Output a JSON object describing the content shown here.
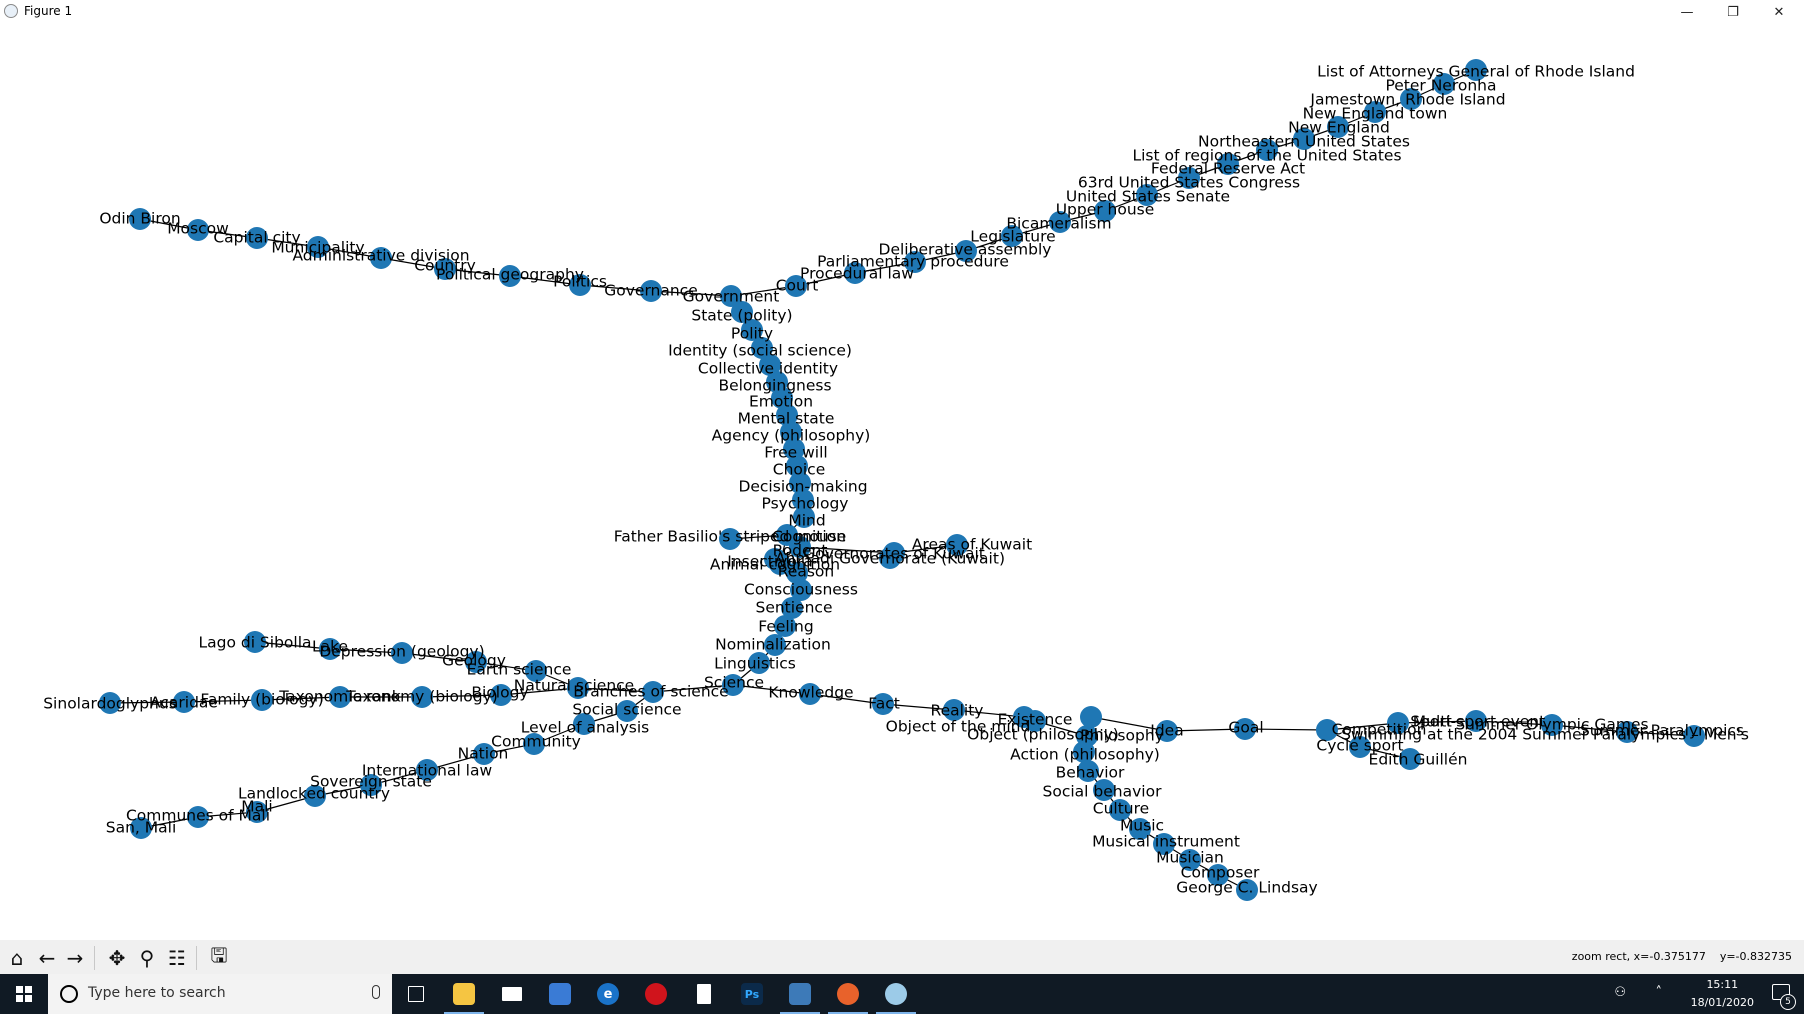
{
  "window": {
    "title": "Figure 1",
    "minimize": "—",
    "maximize": "❐",
    "close": "✕"
  },
  "graph": {
    "node_color": "#1f77b4",
    "nodes": [
      {
        "id": 0,
        "label": "Odin Biron"
      },
      {
        "id": 1,
        "label": "Moscow"
      },
      {
        "id": 2,
        "label": "Capital city"
      },
      {
        "id": 3,
        "label": "Municipality"
      },
      {
        "id": 4,
        "label": "Administrative division"
      },
      {
        "id": 5,
        "label": "Country"
      },
      {
        "id": 6,
        "label": "Political geography"
      },
      {
        "id": 7,
        "label": "Politics"
      },
      {
        "id": 8,
        "label": "Governance"
      },
      {
        "id": 9,
        "label": "Government"
      },
      {
        "id": 10,
        "label": "State (polity)"
      },
      {
        "id": 11,
        "label": "Polity"
      },
      {
        "id": 12,
        "label": "Identity (social science)"
      },
      {
        "id": 13,
        "label": "Collective identity"
      },
      {
        "id": 14,
        "label": "Belongingness"
      },
      {
        "id": 15,
        "label": "Emotion"
      },
      {
        "id": 16,
        "label": "Mental state"
      },
      {
        "id": 17,
        "label": "Agency (philosophy)"
      },
      {
        "id": 18,
        "label": "Free will"
      },
      {
        "id": 19,
        "label": "Choice"
      },
      {
        "id": 20,
        "label": "Decision-making"
      },
      {
        "id": 21,
        "label": "Psychology"
      },
      {
        "id": 22,
        "label": "Mind"
      },
      {
        "id": 23,
        "label": "Cognition"
      },
      {
        "id": 24,
        "label": "Father Basilio's striped mouse"
      },
      {
        "id": 25,
        "label": "Rodent"
      },
      {
        "id": 26,
        "label": "Governorates of Kuwait"
      },
      {
        "id": 27,
        "label": "Areas of Kuwait"
      },
      {
        "id": 28,
        "label": "Ahmadi Governorate (Kuwait)"
      },
      {
        "id": 29,
        "label": "Insectivora"
      },
      {
        "id": 30,
        "label": "Animal cognition"
      },
      {
        "id": 31,
        "label": "Reason"
      },
      {
        "id": 32,
        "label": "Consciousness"
      },
      {
        "id": 33,
        "label": "Sentience"
      },
      {
        "id": 34,
        "label": "Feeling"
      },
      {
        "id": 35,
        "label": "Nominalization"
      },
      {
        "id": 36,
        "label": "Linguistics"
      },
      {
        "id": 37,
        "label": "Science"
      },
      {
        "id": 38,
        "label": "Knowledge"
      },
      {
        "id": 39,
        "label": "Fact"
      },
      {
        "id": 40,
        "label": "Reality"
      },
      {
        "id": 41,
        "label": "Object of the mind"
      },
      {
        "id": 42,
        "label": "Existence"
      },
      {
        "id": 43,
        "label": "Object (philosophy)"
      },
      {
        "id": 44,
        "label": "Philosophy"
      },
      {
        "id": 45,
        "label": "Idea"
      },
      {
        "id": 46,
        "label": "Goal"
      },
      {
        "id": 47,
        "label": "Competition"
      },
      {
        "id": 48,
        "label": "Cycle sport"
      },
      {
        "id": 49,
        "label": "Edith Guillén"
      },
      {
        "id": 50,
        "label": "Sport"
      },
      {
        "id": 51,
        "label": "Multi-sport event"
      },
      {
        "id": 52,
        "label": "Summer Olympic Games"
      },
      {
        "id": 53,
        "label": "Summer Paralympics"
      },
      {
        "id": 54,
        "label": "Swimming at the 2004 Summer Paralympics – Men's"
      },
      {
        "id": 55,
        "label": "Action (philosophy)"
      },
      {
        "id": 56,
        "label": "Behavior"
      },
      {
        "id": 57,
        "label": "Social behavior"
      },
      {
        "id": 58,
        "label": "Culture"
      },
      {
        "id": 59,
        "label": "Music"
      },
      {
        "id": 60,
        "label": "Musical instrument"
      },
      {
        "id": 61,
        "label": "Musician"
      },
      {
        "id": 62,
        "label": "Composer"
      },
      {
        "id": 63,
        "label": "George C. Lindsay"
      },
      {
        "id": 64,
        "label": "Court"
      },
      {
        "id": 65,
        "label": "Procedural law"
      },
      {
        "id": 66,
        "label": "Parliamentary procedure"
      },
      {
        "id": 67,
        "label": "Deliberative assembly"
      },
      {
        "id": 68,
        "label": "Legislature"
      },
      {
        "id": 69,
        "label": "Bicameralism"
      },
      {
        "id": 70,
        "label": "Upper house"
      },
      {
        "id": 71,
        "label": "United States Senate"
      },
      {
        "id": 72,
        "label": "63rd United States Congress"
      },
      {
        "id": 73,
        "label": "Federal Reserve Act"
      },
      {
        "id": 74,
        "label": "List of regions of the United States"
      },
      {
        "id": 75,
        "label": "Northeastern United States"
      },
      {
        "id": 76,
        "label": "New England"
      },
      {
        "id": 77,
        "label": "New England town"
      },
      {
        "id": 78,
        "label": "Jamestown, Rhode Island"
      },
      {
        "id": 79,
        "label": "Peter Neronha"
      },
      {
        "id": 80,
        "label": "List of Attorneys General of Rhode Island"
      },
      {
        "id": 81,
        "label": "Branches of science"
      },
      {
        "id": 82,
        "label": "Natural science"
      },
      {
        "id": 83,
        "label": "Earth science"
      },
      {
        "id": 84,
        "label": "Geology"
      },
      {
        "id": 85,
        "label": "Depression (geology)"
      },
      {
        "id": 86,
        "label": "Lake"
      },
      {
        "id": 87,
        "label": "Lago di Sibolla"
      },
      {
        "id": 88,
        "label": "Biology"
      },
      {
        "id": 89,
        "label": "Taxonomy (biology)"
      },
      {
        "id": 90,
        "label": "Taxonomic rank"
      },
      {
        "id": 91,
        "label": "Family (biology)"
      },
      {
        "id": 92,
        "label": "Acaridae"
      },
      {
        "id": 93,
        "label": "Sinolardoglyphus"
      },
      {
        "id": 94,
        "label": "Social science"
      },
      {
        "id": 95,
        "label": "Level of analysis"
      },
      {
        "id": 96,
        "label": "Community"
      },
      {
        "id": 97,
        "label": "Nation"
      },
      {
        "id": 98,
        "label": "International law"
      },
      {
        "id": 99,
        "label": "Sovereign state"
      },
      {
        "id": 100,
        "label": "Landlocked country"
      },
      {
        "id": 101,
        "label": "Mali"
      },
      {
        "id": 102,
        "label": "Communes of Mali"
      },
      {
        "id": 103,
        "label": "San, Mali"
      }
    ],
    "edges": [
      [
        0,
        1
      ],
      [
        1,
        2
      ],
      [
        2,
        3
      ],
      [
        3,
        4
      ],
      [
        4,
        5
      ],
      [
        5,
        6
      ],
      [
        6,
        7
      ],
      [
        7,
        8
      ],
      [
        8,
        9
      ],
      [
        9,
        10
      ],
      [
        10,
        11
      ],
      [
        11,
        12
      ],
      [
        12,
        13
      ],
      [
        13,
        14
      ],
      [
        14,
        15
      ],
      [
        15,
        16
      ],
      [
        16,
        17
      ],
      [
        17,
        18
      ],
      [
        18,
        19
      ],
      [
        19,
        20
      ],
      [
        20,
        21
      ],
      [
        21,
        22
      ],
      [
        22,
        23
      ],
      [
        23,
        24
      ],
      [
        23,
        25
      ],
      [
        25,
        26
      ],
      [
        26,
        27
      ],
      [
        26,
        28
      ],
      [
        25,
        29
      ],
      [
        23,
        30
      ],
      [
        23,
        31
      ],
      [
        31,
        32
      ],
      [
        32,
        33
      ],
      [
        33,
        34
      ],
      [
        34,
        35
      ],
      [
        35,
        36
      ],
      [
        36,
        37
      ],
      [
        37,
        38
      ],
      [
        38,
        39
      ],
      [
        39,
        40
      ],
      [
        40,
        41
      ],
      [
        41,
        42
      ],
      [
        42,
        43
      ],
      [
        43,
        44
      ],
      [
        44,
        45
      ],
      [
        45,
        46
      ],
      [
        46,
        47
      ],
      [
        47,
        48
      ],
      [
        48,
        49
      ],
      [
        47,
        50
      ],
      [
        50,
        51
      ],
      [
        51,
        52
      ],
      [
        52,
        53
      ],
      [
        53,
        54
      ],
      [
        44,
        55
      ],
      [
        55,
        56
      ],
      [
        56,
        57
      ],
      [
        57,
        58
      ],
      [
        58,
        59
      ],
      [
        59,
        60
      ],
      [
        60,
        61
      ],
      [
        61,
        62
      ],
      [
        62,
        63
      ],
      [
        9,
        64
      ],
      [
        64,
        65
      ],
      [
        65,
        66
      ],
      [
        66,
        67
      ],
      [
        67,
        68
      ],
      [
        68,
        69
      ],
      [
        69,
        70
      ],
      [
        70,
        71
      ],
      [
        71,
        72
      ],
      [
        72,
        73
      ],
      [
        73,
        74
      ],
      [
        74,
        75
      ],
      [
        75,
        76
      ],
      [
        76,
        77
      ],
      [
        77,
        78
      ],
      [
        78,
        79
      ],
      [
        79,
        80
      ],
      [
        37,
        81
      ],
      [
        81,
        82
      ],
      [
        82,
        83
      ],
      [
        83,
        84
      ],
      [
        84,
        85
      ],
      [
        85,
        86
      ],
      [
        86,
        87
      ],
      [
        82,
        88
      ],
      [
        88,
        89
      ],
      [
        89,
        90
      ],
      [
        90,
        91
      ],
      [
        91,
        92
      ],
      [
        92,
        93
      ],
      [
        81,
        94
      ],
      [
        94,
        95
      ],
      [
        95,
        96
      ],
      [
        96,
        97
      ],
      [
        97,
        98
      ],
      [
        98,
        99
      ],
      [
        99,
        100
      ],
      [
        100,
        101
      ],
      [
        101,
        102
      ],
      [
        102,
        103
      ]
    ]
  },
  "toolbar": {
    "home": "⌂",
    "back": "←",
    "forward": "→",
    "pan": "✥",
    "zoom": "⚲",
    "configure": "☷",
    "save": "🖫",
    "coords": "zoom rect, x=-0.375177    y=-0.832735"
  },
  "taskbar": {
    "search_placeholder": "Type here to search",
    "time": "15:11",
    "date": "18/01/2020",
    "notifications": "5",
    "icons": [
      "task-view-icon",
      "file-explorer-icon",
      "mail-icon",
      "store-icon",
      "edge-icon",
      "opera-icon",
      "notepad-icon",
      "photoshop-icon",
      "python-icon",
      "firefox-icon",
      "paint-icon"
    ]
  }
}
